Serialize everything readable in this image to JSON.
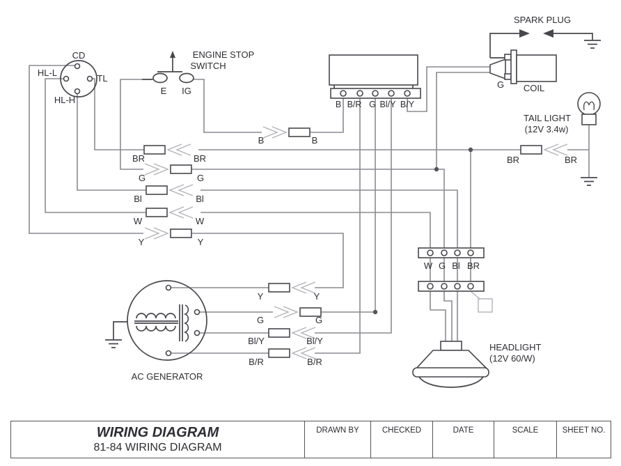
{
  "diagram": {
    "cd_connector": {
      "title": "CD",
      "pin_left": "HL-L",
      "pin_right": "TL",
      "pin_bottom": "HL-H"
    },
    "engine_stop_switch": {
      "label1": "ENGINE STOP",
      "label2": "SWITCH",
      "terminal_e": "E",
      "terminal_ig": "IG"
    },
    "cdi_terminals": [
      "B",
      "B/R",
      "G",
      "Bl/Y",
      "B/Y"
    ],
    "spark_plug_label": "SPARK PLUG",
    "coil": {
      "label": "COIL",
      "terminal": "G"
    },
    "tail_light": {
      "label1": "TAIL LIGHT",
      "label2": "(12V 3.4w)",
      "wire_left": "BR",
      "wire_right": "BR"
    },
    "left_rows": [
      {
        "left": "B",
        "right": "B"
      },
      {
        "left": "BR",
        "right": "BR"
      },
      {
        "left": "G",
        "right": "G"
      },
      {
        "left": "Bl",
        "right": "Bl"
      },
      {
        "left": "W",
        "right": "W"
      },
      {
        "left": "Y",
        "right": "Y"
      }
    ],
    "generator_rows": [
      {
        "left": "Y",
        "right": "Y"
      },
      {
        "left": "G",
        "right": "G"
      },
      {
        "left": "Bl/Y",
        "right": "Bl/Y"
      },
      {
        "left": "B/R",
        "right": "B/R"
      }
    ],
    "strip_labels": [
      "W",
      "G",
      "Bl",
      "BR"
    ],
    "headlight": {
      "label1": "HEADLIGHT",
      "label2": "(12V 60/W)"
    },
    "generator_label": "AC GENERATOR"
  },
  "title_block": {
    "title": "WIRING DIAGRAM",
    "subtitle": "81-84 WIRING DIAGRAM",
    "columns": [
      "DRAWN BY",
      "CHECKED",
      "DATE",
      "SCALE",
      "SHEET NO."
    ]
  },
  "colors": {
    "wire_gray": "#8a8a90",
    "component": "#47474c",
    "light_gray": "#b2b2b8",
    "text": "#2d2d32"
  }
}
